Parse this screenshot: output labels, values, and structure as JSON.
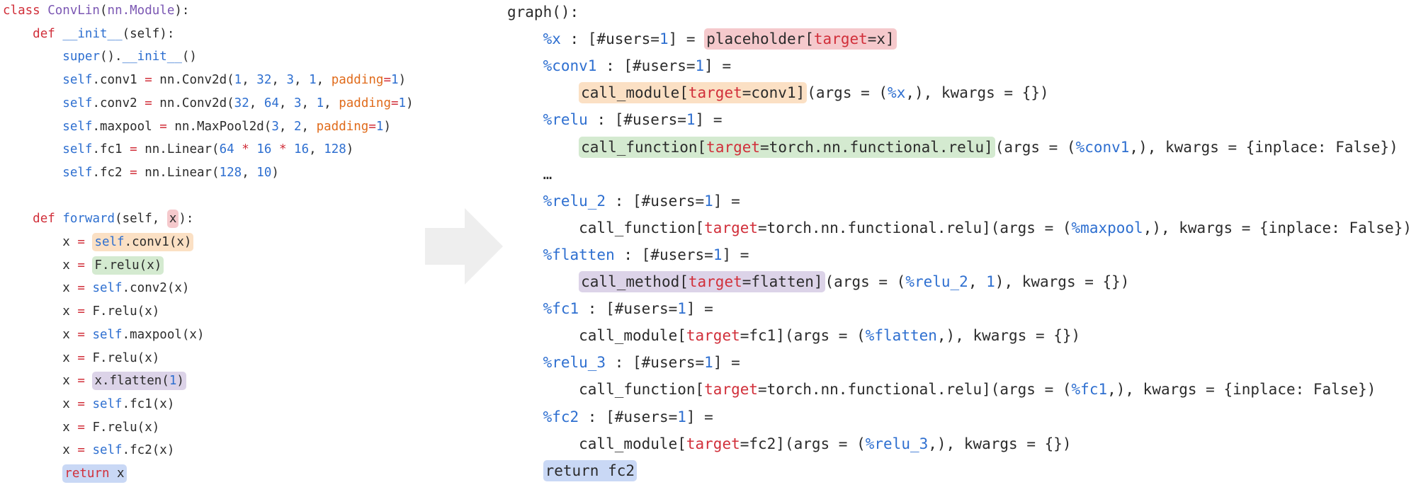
{
  "left_code": [
    [
      {
        "t": "class ",
        "c": "kw"
      },
      {
        "t": "ConvLin",
        "c": "cls"
      },
      {
        "t": "(",
        "c": ""
      },
      {
        "t": "nn.Module",
        "c": "cls"
      },
      {
        "t": "):",
        "c": ""
      }
    ],
    [
      {
        "t": "    ",
        "c": ""
      },
      {
        "t": "def ",
        "c": "kw"
      },
      {
        "t": "__init__",
        "c": "fn"
      },
      {
        "t": "(self):",
        "c": ""
      }
    ],
    [
      {
        "t": "        ",
        "c": ""
      },
      {
        "t": "super",
        "c": "fn"
      },
      {
        "t": "().",
        "c": ""
      },
      {
        "t": "__init__",
        "c": "fn"
      },
      {
        "t": "()",
        "c": ""
      }
    ],
    [
      {
        "t": "        ",
        "c": ""
      },
      {
        "t": "self",
        "c": "fn"
      },
      {
        "t": ".conv1 ",
        "c": ""
      },
      {
        "t": "=",
        "c": "op"
      },
      {
        "t": " nn.Conv2d(",
        "c": ""
      },
      {
        "t": "1",
        "c": "num"
      },
      {
        "t": ", ",
        "c": ""
      },
      {
        "t": "32",
        "c": "num"
      },
      {
        "t": ", ",
        "c": ""
      },
      {
        "t": "3",
        "c": "num"
      },
      {
        "t": ", ",
        "c": ""
      },
      {
        "t": "1",
        "c": "num"
      },
      {
        "t": ", ",
        "c": ""
      },
      {
        "t": "padding",
        "c": "kwarg"
      },
      {
        "t": "=",
        "c": "op"
      },
      {
        "t": "1",
        "c": "num"
      },
      {
        "t": ")",
        "c": ""
      }
    ],
    [
      {
        "t": "        ",
        "c": ""
      },
      {
        "t": "self",
        "c": "fn"
      },
      {
        "t": ".conv2 ",
        "c": ""
      },
      {
        "t": "=",
        "c": "op"
      },
      {
        "t": " nn.Conv2d(",
        "c": ""
      },
      {
        "t": "32",
        "c": "num"
      },
      {
        "t": ", ",
        "c": ""
      },
      {
        "t": "64",
        "c": "num"
      },
      {
        "t": ", ",
        "c": ""
      },
      {
        "t": "3",
        "c": "num"
      },
      {
        "t": ", ",
        "c": ""
      },
      {
        "t": "1",
        "c": "num"
      },
      {
        "t": ", ",
        "c": ""
      },
      {
        "t": "padding",
        "c": "kwarg"
      },
      {
        "t": "=",
        "c": "op"
      },
      {
        "t": "1",
        "c": "num"
      },
      {
        "t": ")",
        "c": ""
      }
    ],
    [
      {
        "t": "        ",
        "c": ""
      },
      {
        "t": "self",
        "c": "fn"
      },
      {
        "t": ".maxpool ",
        "c": ""
      },
      {
        "t": "=",
        "c": "op"
      },
      {
        "t": " nn.MaxPool2d(",
        "c": ""
      },
      {
        "t": "3",
        "c": "num"
      },
      {
        "t": ", ",
        "c": ""
      },
      {
        "t": "2",
        "c": "num"
      },
      {
        "t": ", ",
        "c": ""
      },
      {
        "t": "padding",
        "c": "kwarg"
      },
      {
        "t": "=",
        "c": "op"
      },
      {
        "t": "1",
        "c": "num"
      },
      {
        "t": ")",
        "c": ""
      }
    ],
    [
      {
        "t": "        ",
        "c": ""
      },
      {
        "t": "self",
        "c": "fn"
      },
      {
        "t": ".fc1 ",
        "c": ""
      },
      {
        "t": "=",
        "c": "op"
      },
      {
        "t": " nn.Linear(",
        "c": ""
      },
      {
        "t": "64",
        "c": "num"
      },
      {
        "t": " ",
        "c": ""
      },
      {
        "t": "*",
        "c": "op"
      },
      {
        "t": " ",
        "c": ""
      },
      {
        "t": "16",
        "c": "num"
      },
      {
        "t": " ",
        "c": ""
      },
      {
        "t": "*",
        "c": "op"
      },
      {
        "t": " ",
        "c": ""
      },
      {
        "t": "16",
        "c": "num"
      },
      {
        "t": ", ",
        "c": ""
      },
      {
        "t": "128",
        "c": "num"
      },
      {
        "t": ")",
        "c": ""
      }
    ],
    [
      {
        "t": "        ",
        "c": ""
      },
      {
        "t": "self",
        "c": "fn"
      },
      {
        "t": ".fc2 ",
        "c": ""
      },
      {
        "t": "=",
        "c": "op"
      },
      {
        "t": " nn.Linear(",
        "c": ""
      },
      {
        "t": "128",
        "c": "num"
      },
      {
        "t": ", ",
        "c": ""
      },
      {
        "t": "10",
        "c": "num"
      },
      {
        "t": ")",
        "c": ""
      }
    ],
    [],
    [
      {
        "t": "    ",
        "c": ""
      },
      {
        "t": "def ",
        "c": "kw"
      },
      {
        "t": "forward",
        "c": "fn"
      },
      {
        "t": "(self, ",
        "c": ""
      },
      {
        "t": "x",
        "c": "",
        "hl": "red"
      },
      {
        "t": "):",
        "c": ""
      }
    ],
    [
      {
        "t": "        x ",
        "c": ""
      },
      {
        "t": "=",
        "c": "op"
      },
      {
        "t": " ",
        "c": ""
      },
      {
        "t": "self.conv1(x)",
        "c": "",
        "hl": "orange",
        "parts": [
          {
            "t": "self",
            "c": "fn"
          },
          {
            "t": ".conv1(x)",
            "c": ""
          }
        ]
      }
    ],
    [
      {
        "t": "        x ",
        "c": ""
      },
      {
        "t": "=",
        "c": "op"
      },
      {
        "t": " ",
        "c": ""
      },
      {
        "t": "F.relu(x)",
        "c": "",
        "hl": "green"
      }
    ],
    [
      {
        "t": "        x ",
        "c": ""
      },
      {
        "t": "=",
        "c": "op"
      },
      {
        "t": " ",
        "c": ""
      },
      {
        "t": "self",
        "c": "fn"
      },
      {
        "t": ".conv2(x)",
        "c": ""
      }
    ],
    [
      {
        "t": "        x ",
        "c": ""
      },
      {
        "t": "=",
        "c": "op"
      },
      {
        "t": " F.relu(x)",
        "c": ""
      }
    ],
    [
      {
        "t": "        x ",
        "c": ""
      },
      {
        "t": "=",
        "c": "op"
      },
      {
        "t": " ",
        "c": ""
      },
      {
        "t": "self",
        "c": "fn"
      },
      {
        "t": ".maxpool(x)",
        "c": ""
      }
    ],
    [
      {
        "t": "        x ",
        "c": ""
      },
      {
        "t": "=",
        "c": "op"
      },
      {
        "t": " F.relu(x)",
        "c": ""
      }
    ],
    [
      {
        "t": "        x ",
        "c": ""
      },
      {
        "t": "=",
        "c": "op"
      },
      {
        "t": " ",
        "c": ""
      },
      {
        "t": "x.flatten(1)",
        "c": "",
        "hl": "purple",
        "parts": [
          {
            "t": "x.flatten(",
            "c": ""
          },
          {
            "t": "1",
            "c": "num"
          },
          {
            "t": ")",
            "c": ""
          }
        ]
      }
    ],
    [
      {
        "t": "        x ",
        "c": ""
      },
      {
        "t": "=",
        "c": "op"
      },
      {
        "t": " ",
        "c": ""
      },
      {
        "t": "self",
        "c": "fn"
      },
      {
        "t": ".fc1(x)",
        "c": ""
      }
    ],
    [
      {
        "t": "        x ",
        "c": ""
      },
      {
        "t": "=",
        "c": "op"
      },
      {
        "t": " F.relu(x)",
        "c": ""
      }
    ],
    [
      {
        "t": "        x ",
        "c": ""
      },
      {
        "t": "=",
        "c": "op"
      },
      {
        "t": " ",
        "c": ""
      },
      {
        "t": "self",
        "c": "fn"
      },
      {
        "t": ".fc2(x)",
        "c": ""
      }
    ],
    [
      {
        "t": "        ",
        "c": ""
      },
      {
        "t": "return x",
        "c": "",
        "hl": "blue",
        "parts": [
          {
            "t": "return",
            "c": "kw"
          },
          {
            "t": " x",
            "c": ""
          }
        ]
      }
    ]
  ],
  "right_code": [
    [
      {
        "t": "graph():",
        "c": ""
      }
    ],
    [
      {
        "t": "    ",
        "c": ""
      },
      {
        "t": "%x",
        "c": "var"
      },
      {
        "t": " : [#users=",
        "c": ""
      },
      {
        "t": "1",
        "c": "num"
      },
      {
        "t": "] = ",
        "c": ""
      },
      {
        "t": "placeholder[target=x]",
        "c": "",
        "hl": "red",
        "parts": [
          {
            "t": "placeholder[",
            "c": ""
          },
          {
            "t": "target",
            "c": "tgt"
          },
          {
            "t": "=x]",
            "c": ""
          }
        ]
      }
    ],
    [
      {
        "t": "    ",
        "c": ""
      },
      {
        "t": "%conv1",
        "c": "var"
      },
      {
        "t": " : [#users=",
        "c": ""
      },
      {
        "t": "1",
        "c": "num"
      },
      {
        "t": "] =",
        "c": ""
      }
    ],
    [
      {
        "t": "        ",
        "c": ""
      },
      {
        "t": "call_module[target=conv1]",
        "c": "",
        "hl": "orange",
        "parts": [
          {
            "t": "call_module[",
            "c": ""
          },
          {
            "t": "target",
            "c": "tgt"
          },
          {
            "t": "=conv1]",
            "c": ""
          }
        ]
      },
      {
        "t": "(args = (",
        "c": ""
      },
      {
        "t": "%x",
        "c": "var"
      },
      {
        "t": ",), kwargs = {})",
        "c": ""
      }
    ],
    [
      {
        "t": "    ",
        "c": ""
      },
      {
        "t": "%relu",
        "c": "var"
      },
      {
        "t": " : [#users=",
        "c": ""
      },
      {
        "t": "1",
        "c": "num"
      },
      {
        "t": "] =",
        "c": ""
      }
    ],
    [
      {
        "t": "        ",
        "c": ""
      },
      {
        "t": "call_function[target=torch.nn.functional.relu]",
        "c": "",
        "hl": "green",
        "parts": [
          {
            "t": "call_function[",
            "c": ""
          },
          {
            "t": "target",
            "c": "tgt"
          },
          {
            "t": "=torch.nn.functional.relu]",
            "c": ""
          }
        ]
      },
      {
        "t": "(args = (",
        "c": ""
      },
      {
        "t": "%conv1",
        "c": "var"
      },
      {
        "t": ",), kwargs = {inplace: False})",
        "c": ""
      }
    ],
    [
      {
        "t": "    …",
        "c": ""
      }
    ],
    [
      {
        "t": "    ",
        "c": ""
      },
      {
        "t": "%relu_2",
        "c": "var"
      },
      {
        "t": " : [#users=",
        "c": ""
      },
      {
        "t": "1",
        "c": "num"
      },
      {
        "t": "] =",
        "c": ""
      }
    ],
    [
      {
        "t": "        call_function[",
        "c": ""
      },
      {
        "t": "target",
        "c": "tgt"
      },
      {
        "t": "=torch.nn.functional.relu](args = (",
        "c": ""
      },
      {
        "t": "%maxpool",
        "c": "var"
      },
      {
        "t": ",), kwargs = {inplace: False})",
        "c": ""
      }
    ],
    [
      {
        "t": "    ",
        "c": ""
      },
      {
        "t": "%flatten",
        "c": "var"
      },
      {
        "t": " : [#users=",
        "c": ""
      },
      {
        "t": "1",
        "c": "num"
      },
      {
        "t": "] =",
        "c": ""
      }
    ],
    [
      {
        "t": "        ",
        "c": ""
      },
      {
        "t": "call_method[target=flatten]",
        "c": "",
        "hl": "purple",
        "parts": [
          {
            "t": "call_method[",
            "c": ""
          },
          {
            "t": "target",
            "c": "tgt"
          },
          {
            "t": "=flatten]",
            "c": ""
          }
        ]
      },
      {
        "t": "(args = (",
        "c": ""
      },
      {
        "t": "%relu_2",
        "c": "var"
      },
      {
        "t": ", ",
        "c": ""
      },
      {
        "t": "1",
        "c": "num"
      },
      {
        "t": "), kwargs = {})",
        "c": ""
      }
    ],
    [
      {
        "t": "    ",
        "c": ""
      },
      {
        "t": "%fc1",
        "c": "var"
      },
      {
        "t": " : [#users=",
        "c": ""
      },
      {
        "t": "1",
        "c": "num"
      },
      {
        "t": "] =",
        "c": ""
      }
    ],
    [
      {
        "t": "        call_module[",
        "c": ""
      },
      {
        "t": "target",
        "c": "tgt"
      },
      {
        "t": "=fc1](args = (",
        "c": ""
      },
      {
        "t": "%flatten",
        "c": "var"
      },
      {
        "t": ",), kwargs = {})",
        "c": ""
      }
    ],
    [
      {
        "t": "    ",
        "c": ""
      },
      {
        "t": "%relu_3",
        "c": "var"
      },
      {
        "t": " : [#users=",
        "c": ""
      },
      {
        "t": "1",
        "c": "num"
      },
      {
        "t": "] =",
        "c": ""
      }
    ],
    [
      {
        "t": "        call_function[",
        "c": ""
      },
      {
        "t": "target",
        "c": "tgt"
      },
      {
        "t": "=torch.nn.functional.relu](args = (",
        "c": ""
      },
      {
        "t": "%fc1",
        "c": "var"
      },
      {
        "t": ",), kwargs = {inplace: False})",
        "c": ""
      }
    ],
    [
      {
        "t": "    ",
        "c": ""
      },
      {
        "t": "%fc2",
        "c": "var"
      },
      {
        "t": " : [#users=",
        "c": ""
      },
      {
        "t": "1",
        "c": "num"
      },
      {
        "t": "] =",
        "c": ""
      }
    ],
    [
      {
        "t": "        call_module[",
        "c": ""
      },
      {
        "t": "target",
        "c": "tgt"
      },
      {
        "t": "=fc2](args = (",
        "c": ""
      },
      {
        "t": "%relu_3",
        "c": "var"
      },
      {
        "t": ",), kwargs = {})",
        "c": ""
      }
    ],
    [
      {
        "t": "    ",
        "c": ""
      },
      {
        "t": "return fc2",
        "c": "",
        "hl": "blue"
      }
    ]
  ],
  "colors": {
    "keyword": "#d12f3a",
    "class": "#7b57b3",
    "function": "#2e6fd0",
    "number": "#2e6fd0",
    "kwarg": "#e06b1b",
    "arrow": "#eeeeee",
    "hl_red": "#f5c9cc",
    "hl_orange": "#fbe0c4",
    "hl_green": "#d4ead0",
    "hl_purple": "#dcd3e8",
    "hl_blue": "#c9d8f5"
  },
  "arrow_icon": "right-arrow-icon"
}
